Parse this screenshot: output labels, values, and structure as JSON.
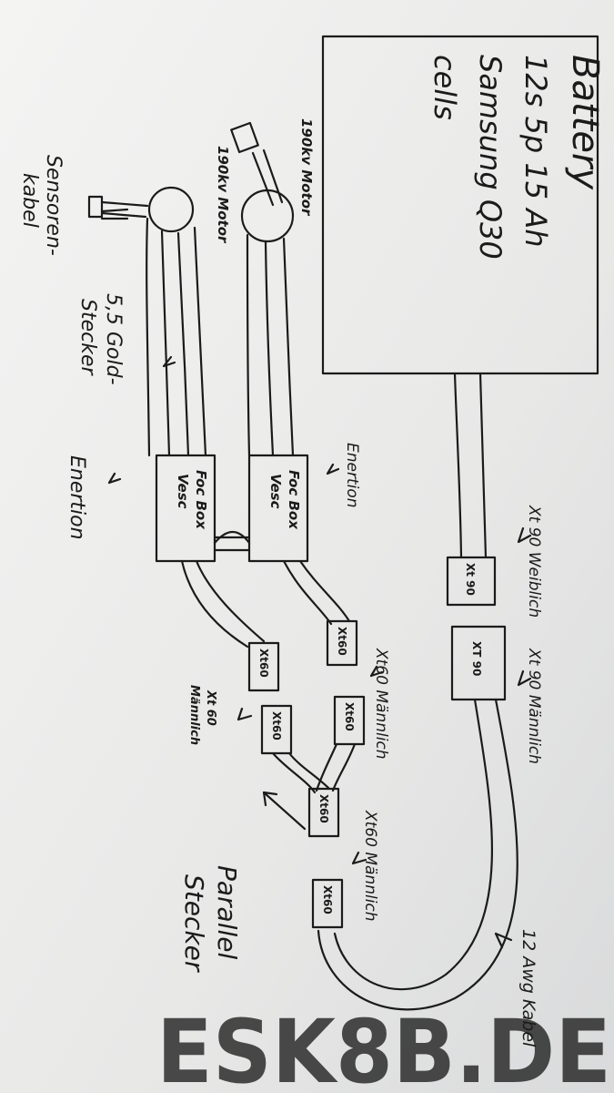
{
  "diagram": {
    "battery": {
      "lines": [
        "Battery",
        "12s 5p 15 Ah",
        "Samsung Q30",
        "cells"
      ]
    },
    "motors": [
      {
        "label": "190kv Motor"
      },
      {
        "label": "190kv Motor"
      }
    ],
    "vescs": [
      {
        "lines": [
          "Foc Box",
          "Vesc"
        ]
      },
      {
        "lines": [
          "Foc Box",
          "Vesc"
        ]
      }
    ],
    "connectors": {
      "xt90_female": "Xt 90",
      "xt90_male": "XT 90",
      "xt60_a": "Xt60",
      "xt60_b": "Xt60",
      "xt60_c": "Xt60",
      "xt60_d": "Xt60",
      "xt60_e": "Xt60",
      "xt60_f": "Xt60"
    },
    "labels": {
      "xt90_weiblich": "Xt 90 Weiblich",
      "xt90_maennlich": "Xt 90 Männlich",
      "xt60_maennlich_1": "Xt60 Männlich",
      "xt60_maennlich_2_line1": "Xt 60",
      "xt60_maennlich_2_line2": "Männlich",
      "xt60_maennlich_3": "Xt60 Männlich",
      "enertion_1": "Enertion",
      "enertion_2": "Enertion",
      "gold_line1": "5,5 Gold-",
      "gold_line2": "Stecker",
      "sensor_line1": "Sensoren-",
      "sensor_line2": "kabel",
      "parallel_line1": "Parallel",
      "parallel_line2": "Stecker",
      "awg_kabel": "12 Awg Kabel"
    },
    "watermark": "ESK8B.DE"
  }
}
